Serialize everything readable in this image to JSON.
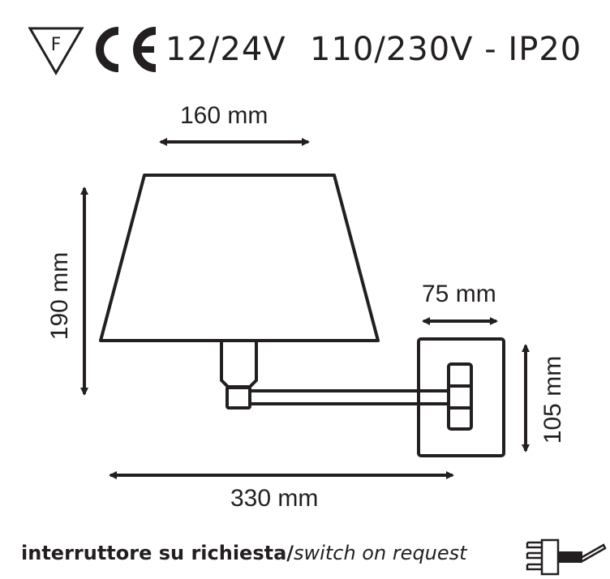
{
  "header": {
    "fire_mark_letter": "F",
    "ce_mark": "CE",
    "voltage_low": "12/24V",
    "voltage_high": "110/230V - IP20"
  },
  "dimensions": {
    "shade_width": "160 mm",
    "shade_height": "190 mm",
    "plate_width": "75 mm",
    "plate_height": "105 mm",
    "total_length": "330 mm"
  },
  "footer": {
    "note_it": "interruttore su richiesta/",
    "note_en": "switch on request"
  },
  "colors": {
    "line": "#231f20",
    "background": "#ffffff"
  }
}
